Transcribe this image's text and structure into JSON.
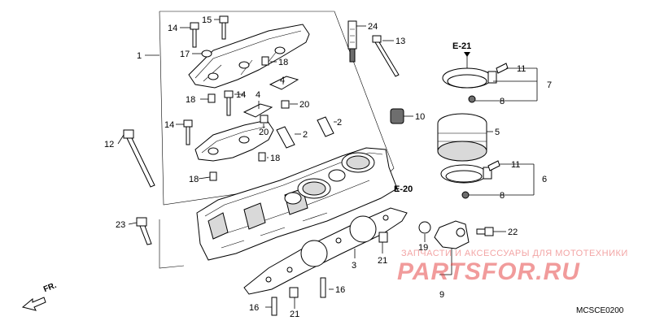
{
  "diagram": {
    "callouts": {
      "c1": "1",
      "c2a": "2",
      "c2b": "2",
      "c3": "3",
      "c4a": "4",
      "c4b": "4",
      "c5": "5",
      "c6": "6",
      "c7": "7",
      "c8a": "8",
      "c8b": "8",
      "c9": "9",
      "c10": "10",
      "c11a": "11",
      "c11b": "11",
      "c12": "12",
      "c13": "13",
      "c14a": "14",
      "c14b": "14",
      "c14c": "14",
      "c15": "15",
      "c16a": "16",
      "c16b": "16",
      "c17": "17",
      "c18a": "18",
      "c18b": "18",
      "c18c": "18",
      "c18d": "18",
      "c19": "19",
      "c20a": "20",
      "c20b": "20",
      "c21a": "21",
      "c21b": "21",
      "c22": "22",
      "c23": "23",
      "c24": "24"
    },
    "refs": {
      "e21": "E-21",
      "e20": "E-20"
    },
    "direction_label": "FR.",
    "diagram_code": "MCSCE0200"
  },
  "watermark": {
    "tagline": "ЗАПЧАСТИ И АКСЕССУАРЫ ДЛЯ МОТОТЕХНИКИ",
    "logo": "PARTSFOR.RU"
  }
}
